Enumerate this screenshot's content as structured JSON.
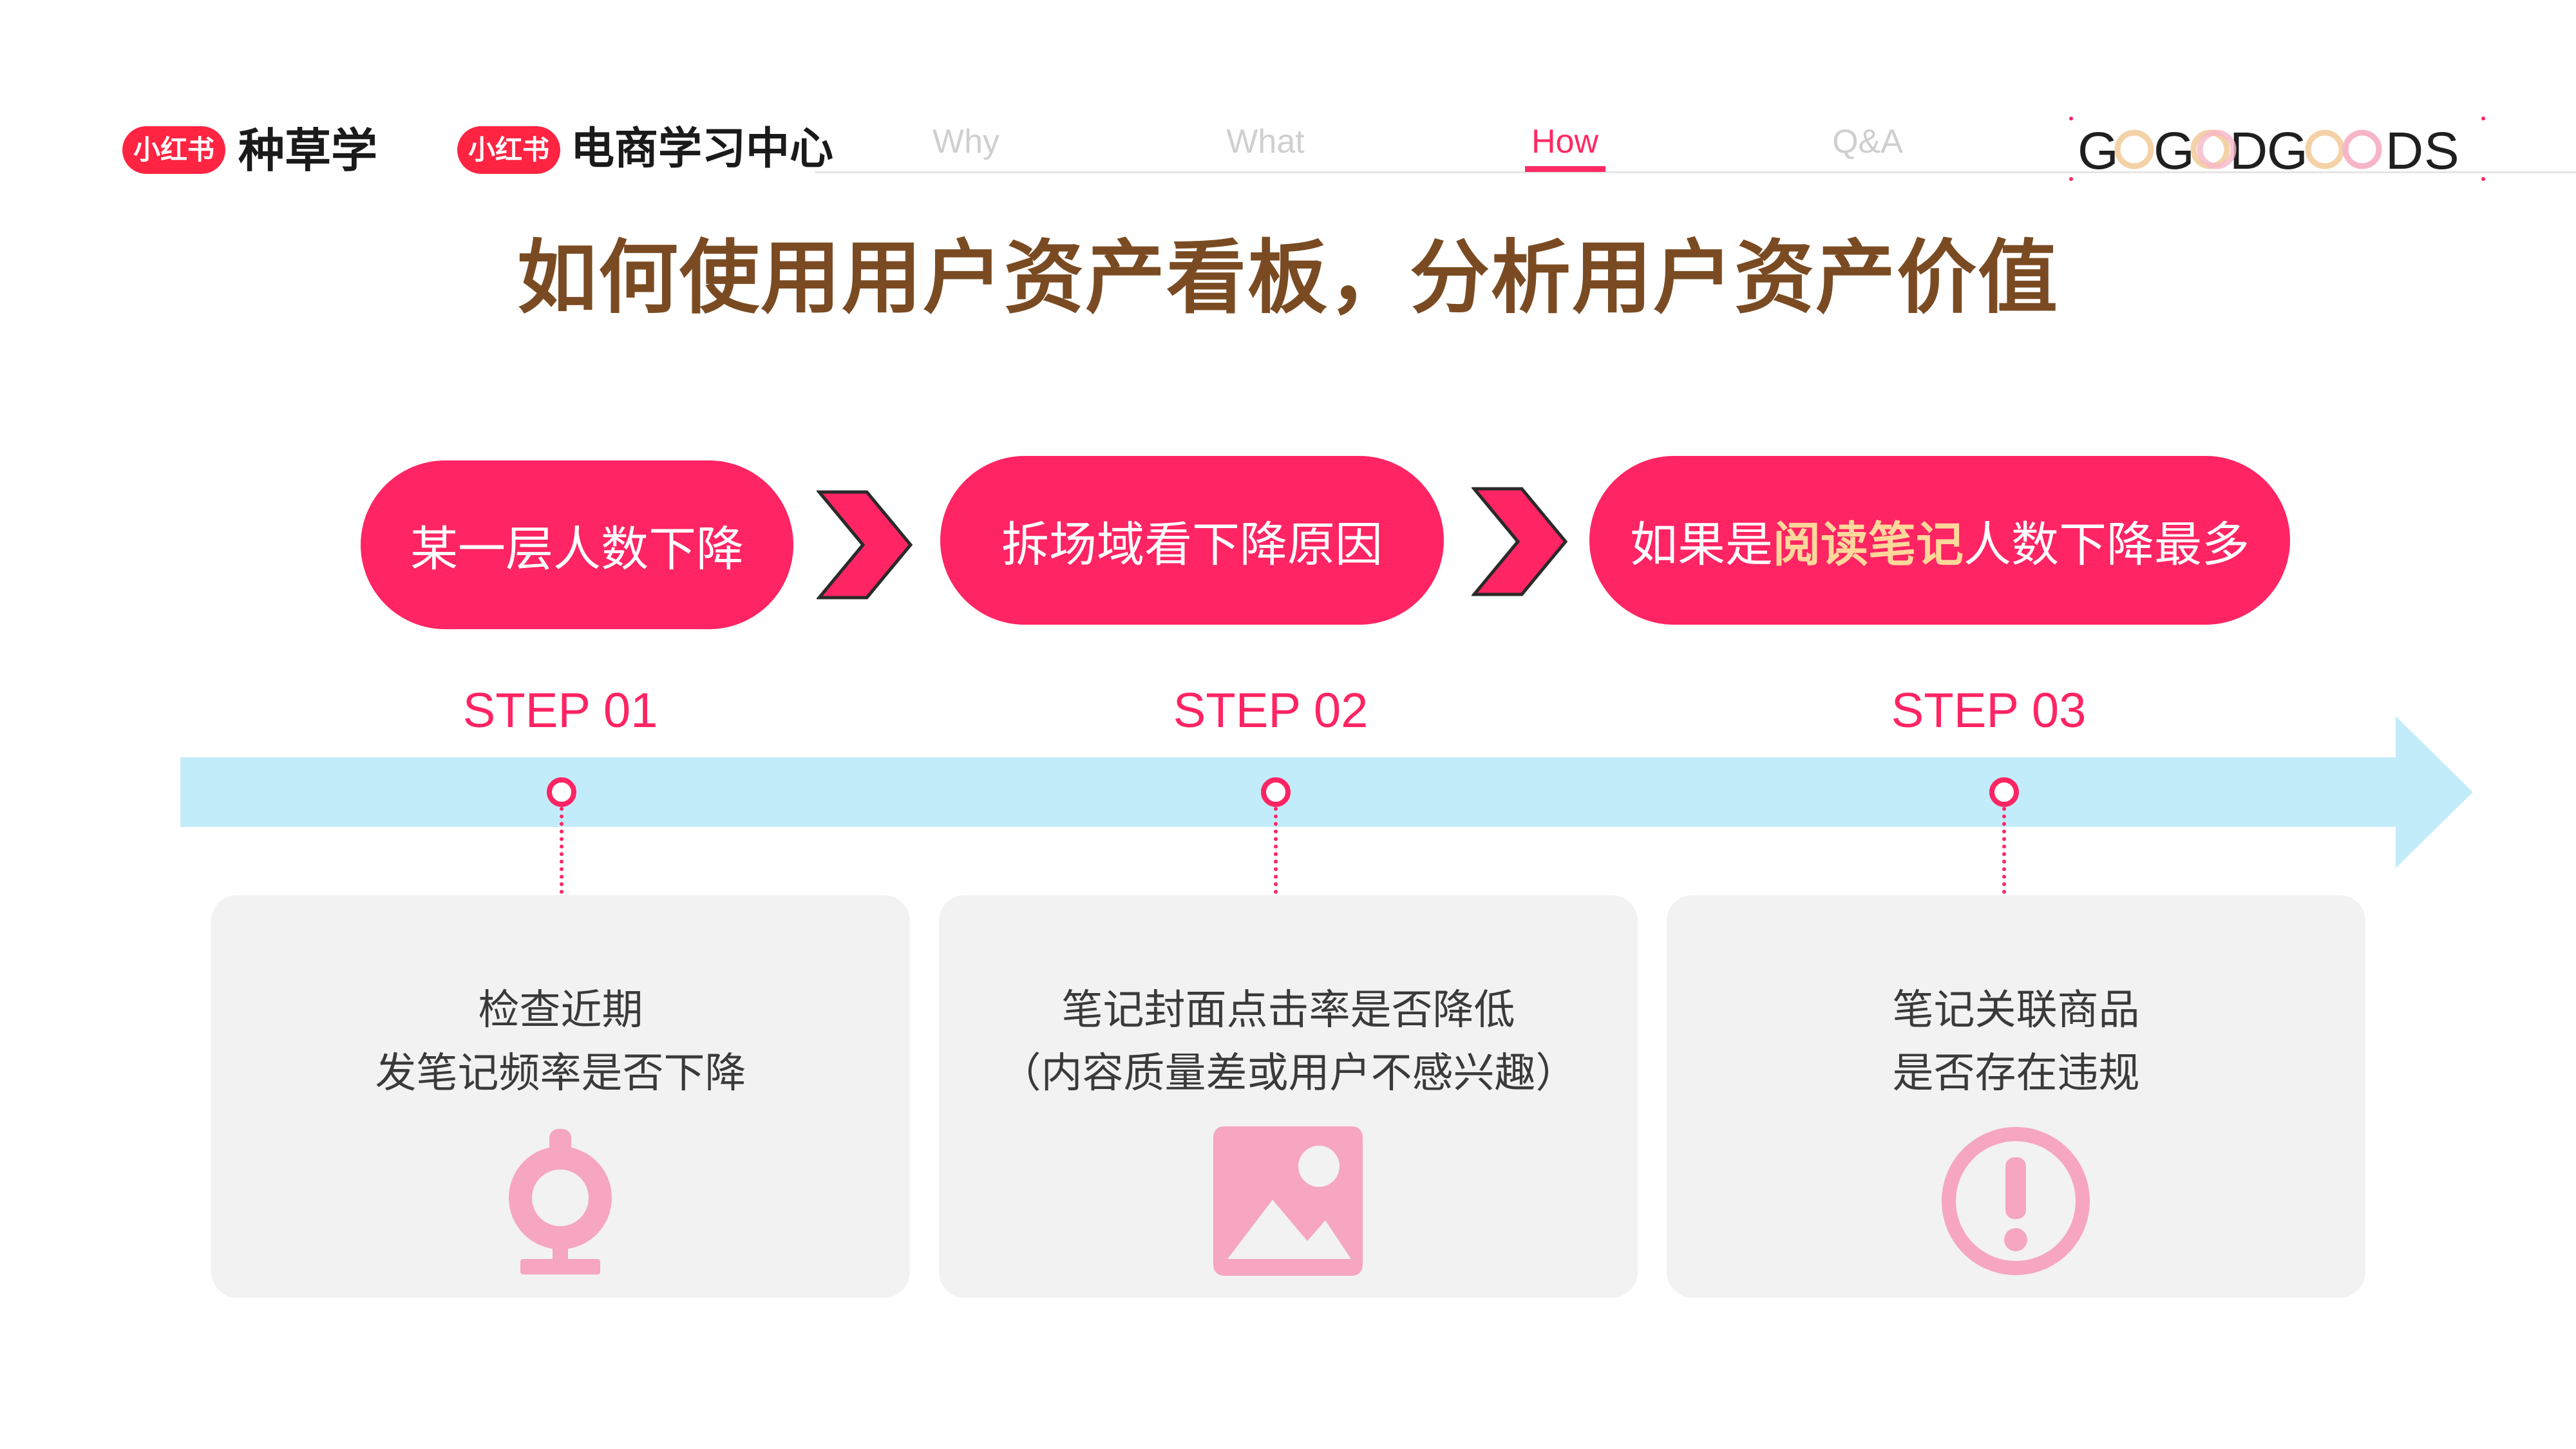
{
  "header": {
    "brand1": {
      "badge": "小红书",
      "text": "种草学"
    },
    "brand2": {
      "badge": "小红书",
      "text": "电商学习中心"
    },
    "nav": [
      {
        "label": "Why",
        "active": false
      },
      {
        "label": "What",
        "active": false
      },
      {
        "label": "How",
        "active": true
      },
      {
        "label": "Q&A",
        "active": false
      }
    ],
    "logo_text": "GOGOODGOODS"
  },
  "title": "如何使用用户资产看板，分析用户资产价值",
  "steps": [
    {
      "pill_parts": [
        "某一层人数下降"
      ],
      "label": "STEP 01",
      "card_lines": [
        "检查近期",
        "发笔记频率是否下降"
      ],
      "icon": "webcam-icon"
    },
    {
      "pill_parts": [
        "拆场域看下降原因"
      ],
      "label": "STEP 02",
      "card_lines": [
        "笔记封面点击率是否降低",
        "（内容质量差或用户不感兴趣）"
      ],
      "icon": "image-icon"
    },
    {
      "pill_parts": [
        "如果是",
        "阅读笔记",
        "人数下降最多"
      ],
      "label": "STEP 03",
      "card_lines": [
        "笔记关联商品",
        "是否存在违规"
      ],
      "icon": "warning-icon"
    }
  ],
  "colors": {
    "accent": "#ff2463",
    "brand_red": "#ff2442",
    "title": "#7a4b22",
    "highlight": "#ffd79a",
    "timeline": "#c3ecfb",
    "card_bg": "#f2f2f2",
    "icon_pink": "#f6a6c0"
  }
}
